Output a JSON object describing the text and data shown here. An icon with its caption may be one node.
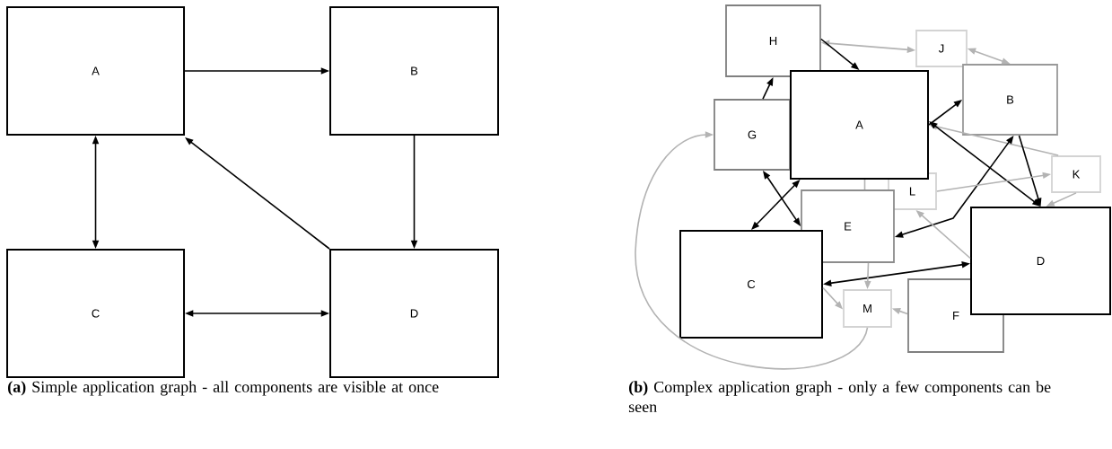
{
  "diagram": {
    "nodes": [
      {
        "text": [
          "A"
        ]
      },
      {
        "text": [
          "B"
        ]
      },
      {
        "text": [
          "C"
        ]
      },
      {
        "text": [
          "D"
        ]
      },
      {
        "text": [
          "H"
        ]
      },
      {
        "text": [
          "J"
        ]
      },
      {
        "text": [
          "G"
        ]
      },
      {
        "text": [
          "A"
        ]
      },
      {
        "text": [
          "B"
        ]
      },
      {
        "text": [
          "L"
        ]
      },
      {
        "text": [
          "K"
        ]
      },
      {
        "text": [
          "E"
        ]
      },
      {
        "text": [
          "D"
        ]
      },
      {
        "text": [
          "C"
        ]
      },
      {
        "text": [
          "M"
        ]
      },
      {
        "text": [
          "F"
        ]
      }
    ],
    "edges": [
      {
        "from": 0,
        "to": 1,
        "arrow": "to"
      },
      {
        "from": 1,
        "to": 3,
        "arrow": "to"
      },
      {
        "from": 0,
        "to": 2,
        "arrow": "both"
      },
      {
        "from": 2,
        "to": 3,
        "arrow": "both"
      },
      {
        "from": 3,
        "to": 0,
        "arrow": "to"
      },
      {
        "from": 4,
        "to": 5,
        "arrow": "both",
        "color": "#b3b3b3"
      },
      {
        "from": 4,
        "to": 7,
        "arrow": "to"
      },
      {
        "from": 6,
        "to": 4,
        "arrow": "to"
      },
      {
        "from": 5,
        "to": 8,
        "arrow": "both",
        "color": "#b3b3b3"
      },
      {
        "from": 7,
        "to": 8,
        "arrow": "to"
      },
      {
        "from": 10,
        "to": 7,
        "arrow": "to",
        "color": "#b3b3b3"
      },
      {
        "from": 7,
        "to": 12,
        "arrow": "both"
      },
      {
        "from": 8,
        "to": 12,
        "arrow": "to"
      },
      {
        "from": 11,
        "to": 8,
        "arrow": "both"
      },
      {
        "from": 9,
        "to": 10,
        "arrow": "to",
        "color": "#b3b3b3"
      },
      {
        "from": 10,
        "to": 12,
        "arrow": "to",
        "color": "#b3b3b3"
      },
      {
        "from": 6,
        "to": 11,
        "arrow": "both"
      },
      {
        "from": 7,
        "to": 13,
        "arrow": "both"
      },
      {
        "from": 12,
        "to": 9,
        "arrow": "to",
        "color": "#b3b3b3"
      },
      {
        "from": 13,
        "to": 12,
        "arrow": "both"
      },
      {
        "from": 11,
        "to": 14,
        "arrow": "to",
        "color": "#b3b3b3"
      },
      {
        "from": 13,
        "to": 14,
        "arrow": "to",
        "color": "#b3b3b3"
      },
      {
        "from": 15,
        "to": 14,
        "arrow": "to",
        "color": "#b3b3b3"
      },
      {
        "from": 14,
        "to": 6,
        "arrow": "to",
        "color": "#b3b3b3"
      },
      {
        "from": 7,
        "to": 11,
        "arrow": "none",
        "color": "#b3b3b3"
      }
    ],
    "labels": [
      "**(a)** Simple application graph - all components are visible at once",
      "**(b)** Complex application graph - only a few components can be seen"
    ]
  }
}
